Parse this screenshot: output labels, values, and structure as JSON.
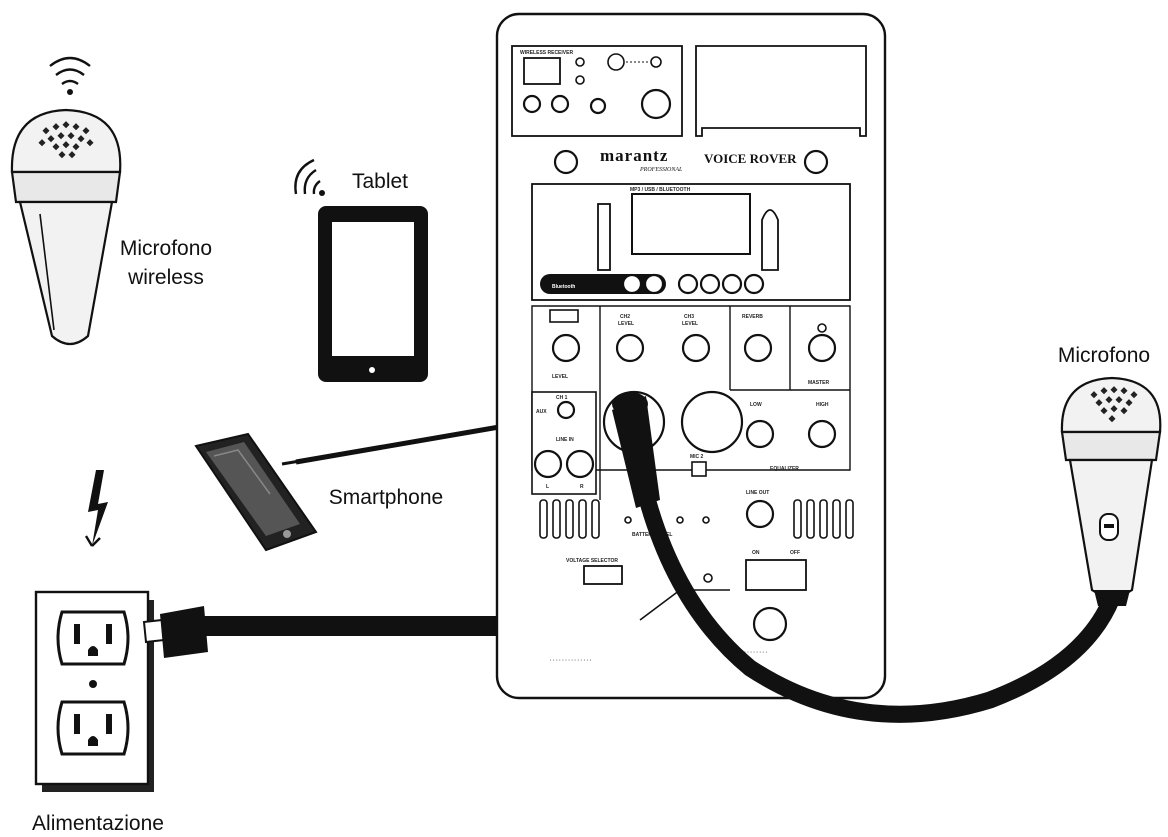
{
  "labels": {
    "wireless_mic": [
      "Microfono",
      "wireless"
    ],
    "tablet": "Tablet",
    "smartphone": "Smartphone",
    "microphone": "Microfono",
    "power": "Alimentazione"
  },
  "device": {
    "brand": "marantz",
    "brand_sub": "PROFESSIONAL",
    "model": "VOICE ROVER",
    "panel_labels": {
      "wireless_receiver": "WIRELESS RECEIVER",
      "mp3": "MP3 / USB / BLUETOOTH",
      "bluetooth": "Bluetooth",
      "ch1": "CH 1",
      "ch2_level": [
        "CH2",
        "LEVEL"
      ],
      "ch3_level": [
        "CH3",
        "LEVEL"
      ],
      "reverb": "REVERB",
      "master": "MASTER",
      "level": "LEVEL",
      "low": "LOW",
      "high": "HIGH",
      "equalizer": "EQUALIZER",
      "mic2": "MIC 2",
      "line_out": "LINE OUT",
      "battery_level": "BATTERY LEVEL",
      "voltage_selector": "VOLTAGE SELECTOR",
      "on": "ON",
      "off": "OFF",
      "aux": "AUX",
      "l": "L",
      "r": "R",
      "line_in": "LINE IN"
    }
  },
  "colors": {
    "ink": "#111111",
    "background": "#ffffff"
  }
}
